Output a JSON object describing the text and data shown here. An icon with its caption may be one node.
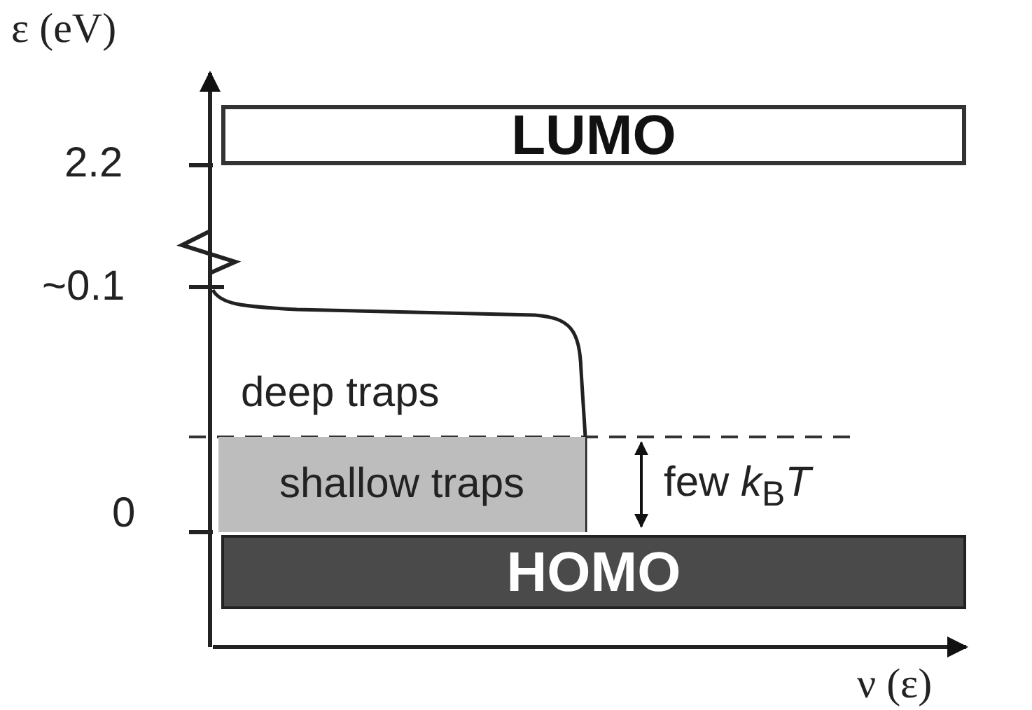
{
  "diagram": {
    "nodes": [
      {
        "text": [
          "LUMO"
        ]
      },
      {
        "text": [
          "deep traps"
        ]
      },
      {
        "text": [
          "shallow traps"
        ]
      },
      {
        "text": [
          "HOMO"
        ]
      }
    ],
    "labels": [
      "ε (eV)",
      "2.2",
      "~0.1",
      "0",
      "few *k*$_{B}$*T*",
      "ν (ε)"
    ]
  }
}
